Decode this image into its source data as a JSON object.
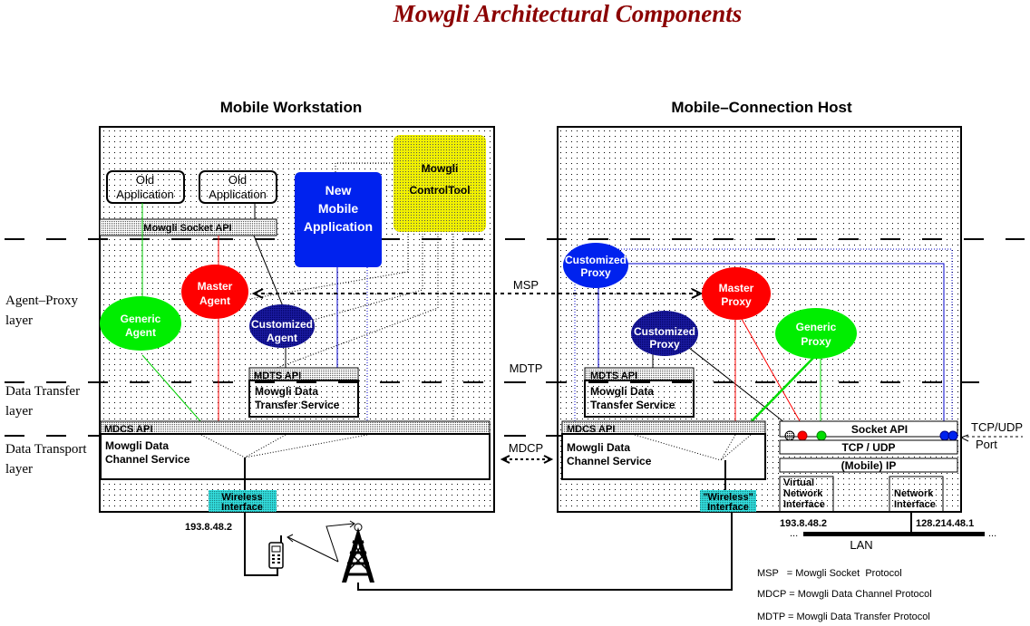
{
  "title": "Mowgli Architectural Components",
  "colors": {
    "title": "#8b0000",
    "master": "#ff0000",
    "generic": "#00ee00",
    "customized": "#1a1aa0",
    "new_app": "#0022ee",
    "control_tool": "#f0f000",
    "wireless": "#33e0e0"
  },
  "layers": {
    "agent_proxy": [
      "Agent–Proxy",
      "layer"
    ],
    "data_transfer": [
      "Data Transfer",
      "layer"
    ],
    "data_transport": [
      "Data Transport",
      "layer"
    ]
  },
  "protocols": {
    "msp": "MSP",
    "mdtp": "MDTP",
    "mdcp": "MDCP"
  },
  "workstation": {
    "title": "Mobile Workstation",
    "old_app_1": [
      "Old",
      "Application"
    ],
    "old_app_2": [
      "Old",
      "Application"
    ],
    "new_app": [
      "New",
      "Mobile",
      "Application"
    ],
    "control_tool": [
      "Mowgli",
      "ControlTool"
    ],
    "socket_api": "Mowgli Socket API",
    "master_agent": [
      "Master",
      "Agent"
    ],
    "generic_agent": [
      "Generic",
      "Agent"
    ],
    "customized_agent": [
      "Customized",
      "Agent"
    ],
    "mdts_api": "MDTS API",
    "mdts": [
      "Mowgli  Data",
      "Transfer Service"
    ],
    "mdcs_api": "MDCS API",
    "mdcs": [
      "Mowgli Data",
      "Channel Service"
    ],
    "wireless": [
      "Wireless",
      "Interface"
    ],
    "ip": "193.8.48.2"
  },
  "host": {
    "title": "Mobile–Connection Host",
    "customized_proxy_1": [
      "Customized",
      "Proxy"
    ],
    "customized_proxy_2": [
      "Customized",
      "Proxy"
    ],
    "master_proxy": [
      "Master",
      "Proxy"
    ],
    "generic_proxy": [
      "Generic",
      "Proxy"
    ],
    "mdts_api": "MDTS API",
    "mdts": [
      "Mowgli  Data",
      "Transfer Service"
    ],
    "mdcs_api": "MDCS API",
    "mdcs": [
      "Mowgli Data",
      "Channel Service"
    ],
    "wireless": [
      "\"Wireless\"",
      "Interface"
    ],
    "socket_api": "Socket API",
    "tcp_udp": "TCP / UDP",
    "mobile_ip": "(Mobile) IP",
    "virtual_nic": [
      "Virtual",
      "Network",
      "Interface"
    ],
    "nic": [
      "Network",
      "Interface"
    ],
    "port_label": [
      "TCP/UDP",
      "Port"
    ],
    "ip_virtual": "193.8.48.2",
    "ip_lan": "128.214.48.1",
    "lan": "LAN",
    "ellipsis": "..."
  },
  "legend": [
    "MSP   = Mowgli Socket  Protocol",
    "MDCP = Mowgli Data Channel Protocol",
    "MDTP = Mowgli Data Transfer Protocol"
  ]
}
